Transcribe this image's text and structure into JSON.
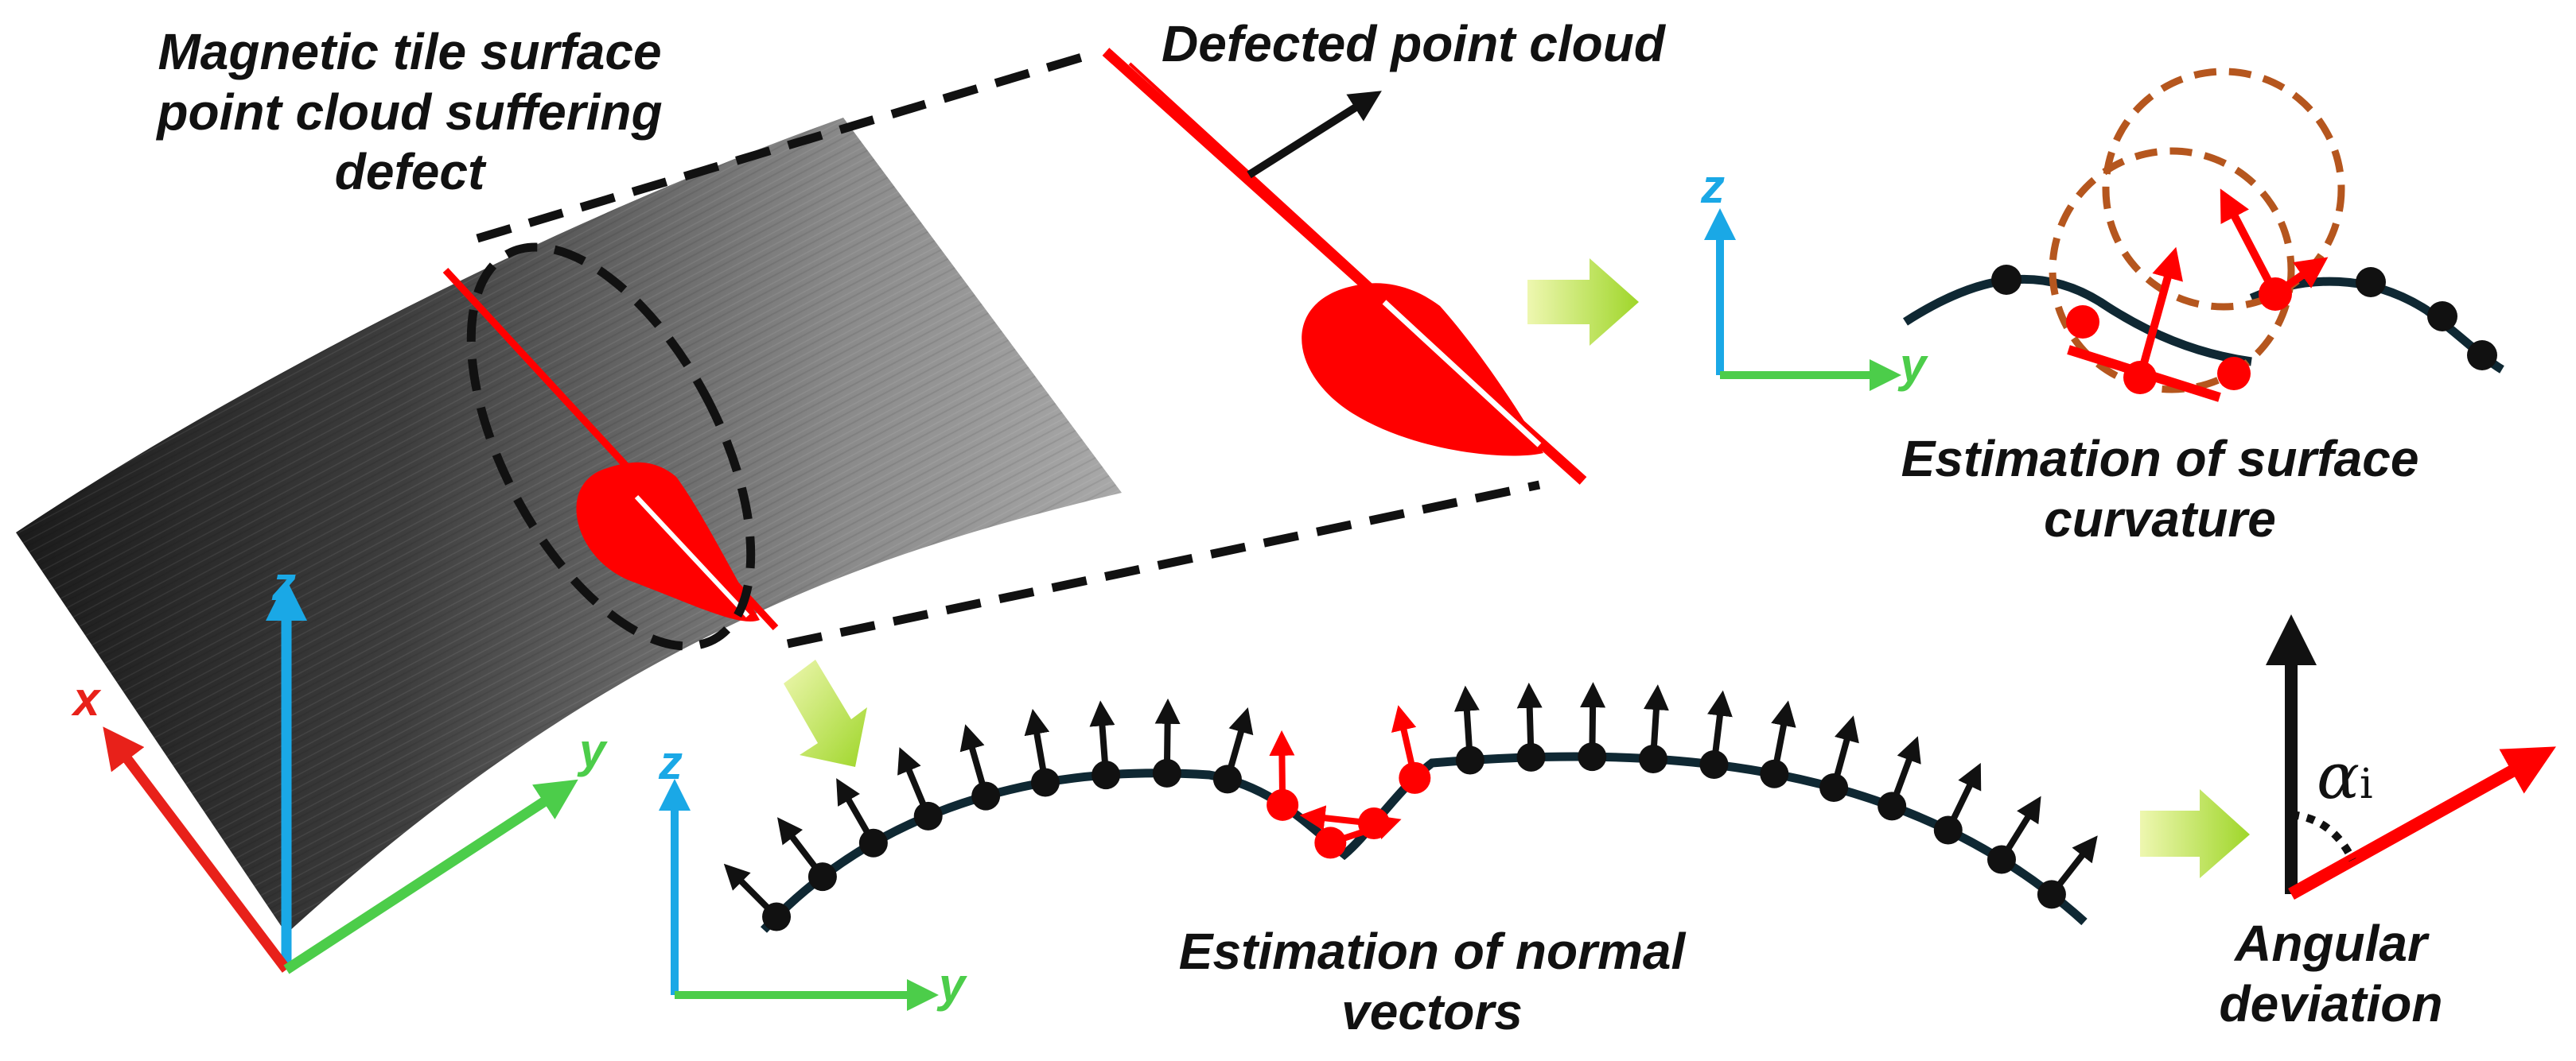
{
  "labels": {
    "tile_line1": "Magnetic tile surface",
    "tile_line2": "point cloud suffering",
    "tile_line3": "defect",
    "defected": "Defected point cloud",
    "curv_line1": "Estimation of  surface",
    "curv_line2": "curvature",
    "normal_line1": "Estimation of  normal",
    "normal_line2": "vectors",
    "angular_line1": "Angular",
    "angular_line2": "deviation",
    "alpha": "α",
    "alpha_sub": "i"
  },
  "axes": {
    "x": "x",
    "y": "y",
    "z": "z"
  },
  "colors": {
    "x_axis": "#e8211a",
    "y_axis": "#4ccd4a",
    "z_axis": "#1aa8e6",
    "defect": "#ff0000",
    "curve": "#0f2833",
    "flow_arrow": "#b5e03a",
    "circle": "#b5561e"
  }
}
